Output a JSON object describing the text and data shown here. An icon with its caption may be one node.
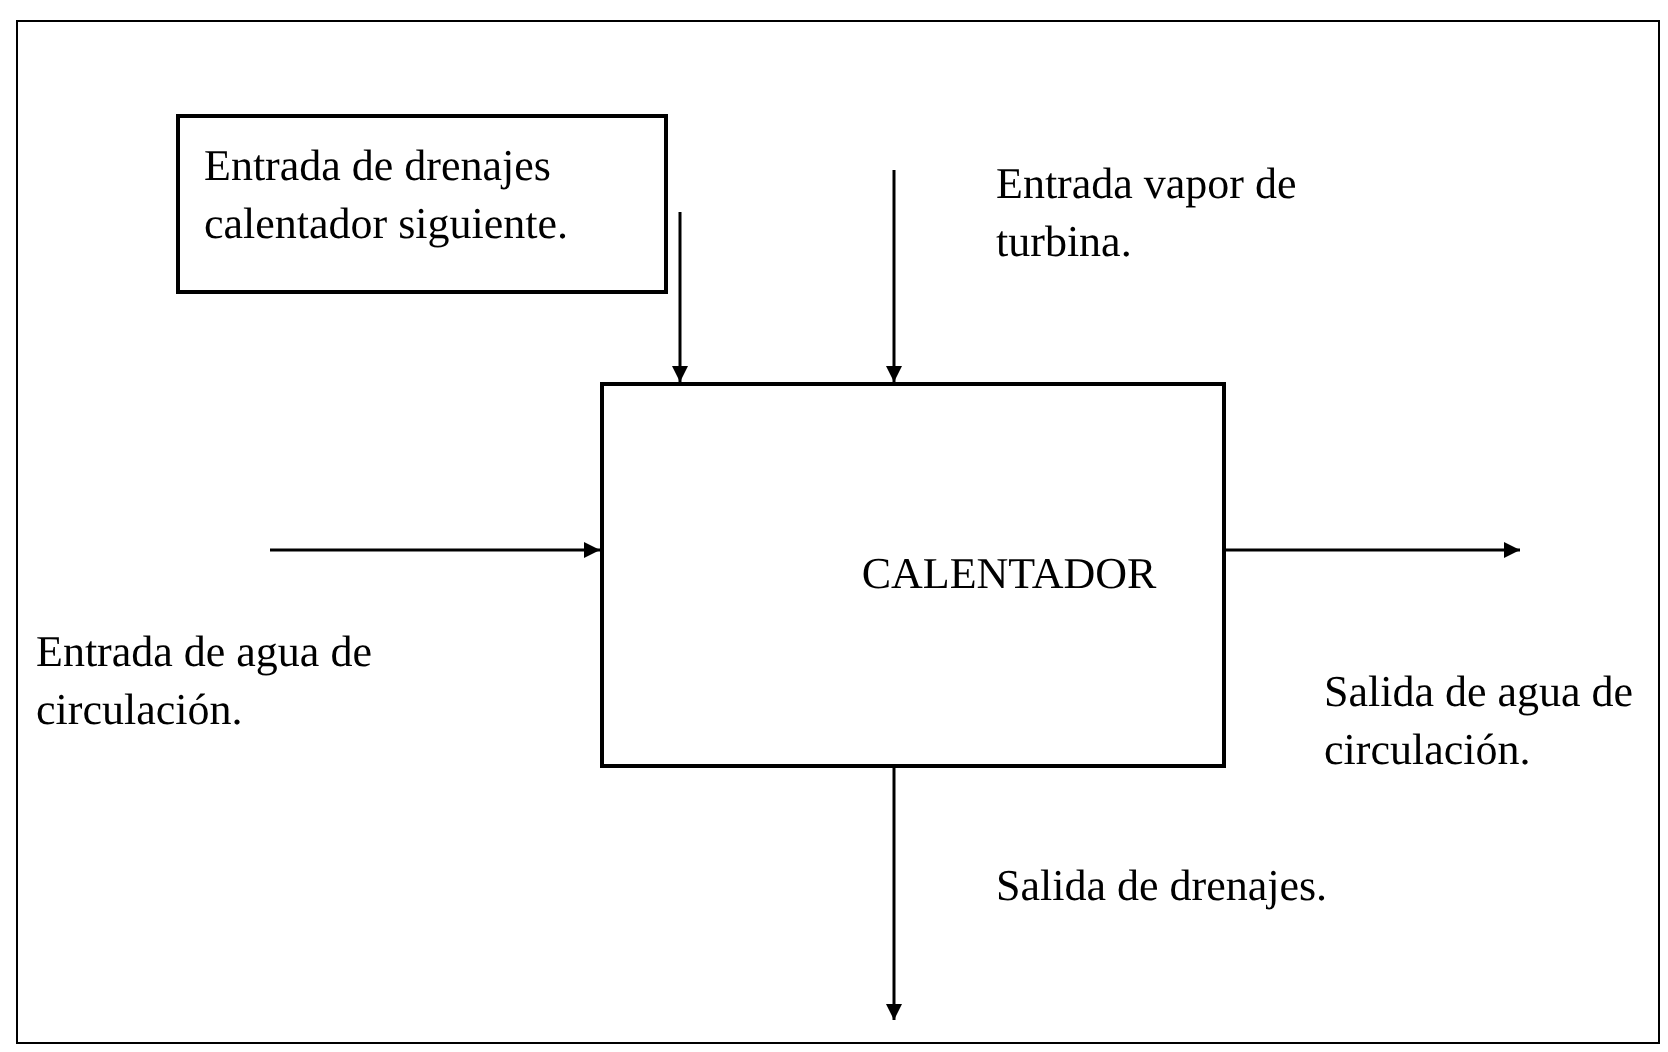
{
  "diagram": {
    "nodes": [
      {
        "text": [
          "Entrada de drenajes calentador siguiente."
        ]
      },
      {
        "text": [
          "CALENTADOR"
        ]
      }
    ],
    "edges": [
      {
        "from": 0,
        "to": 1,
        "arrow": "to"
      },
      {
        "from": null,
        "to": 1,
        "arrow": "to"
      },
      {
        "from": null,
        "to": 1,
        "arrow": "to"
      },
      {
        "from": 1,
        "to": null,
        "arrow": "to"
      },
      {
        "from": 1,
        "to": null,
        "arrow": "to"
      }
    ],
    "labels": [
      "Entrada vapor de turbina.",
      "Entrada de agua de circulación.",
      "Salida de agua de circulación.",
      "Salida de drenajes."
    ]
  }
}
